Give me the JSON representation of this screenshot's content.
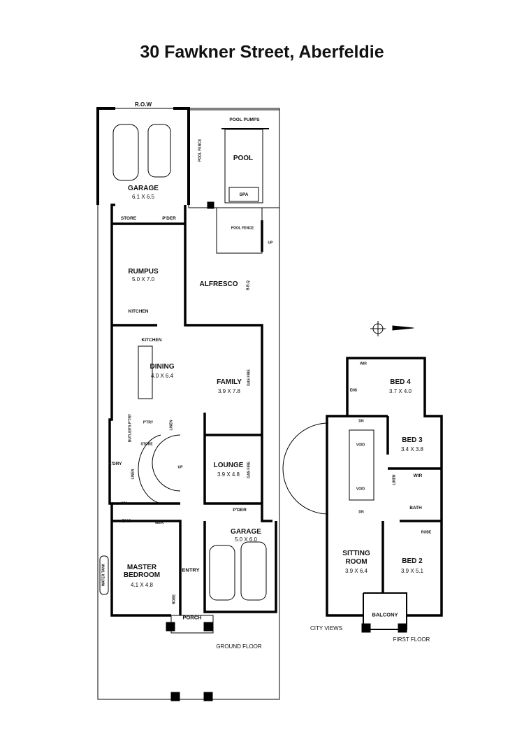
{
  "title": "30 Fawkner Street, Aberfeldie",
  "ground_floor": {
    "label": "GROUND FLOOR",
    "row": "R.O.W",
    "pool_pumps": "POOL PUMPS",
    "pool": "POOL",
    "spa_pool": "SPA",
    "pool_fence_1": "POOL FENCE",
    "pool_fence_2": "POOL FENCE",
    "up_outside": "UP",
    "rear_garage": {
      "name": "GARAGE",
      "size": "6.1 X 6.5"
    },
    "store_1": "STORE",
    "pder_1": "P'DER",
    "rumpus": {
      "name": "RUMPUS",
      "size": "5.0 X 7.0"
    },
    "alfresco": "ALFRESCO",
    "bbq": "B.B.Q",
    "kitchen_rumpus": "KITCHEN",
    "kitchen": "KITCHEN",
    "dining": {
      "name": "DINING",
      "size": "4.0 X 6.4"
    },
    "family": {
      "name": "FAMILY",
      "size": "3.9 X 7.8"
    },
    "gas_fire_1": "GAS FIRE",
    "butlers_pantry": "BUTLER'S P'TRY",
    "pantry": "P'TRY",
    "linen_1": "LINEN",
    "store_2": "STORE",
    "laundry": "L'DRY",
    "linen_2": "LINEN",
    "up_stairs": "UP",
    "lounge": {
      "name": "LOUNGE",
      "size": "3.9 X 4.8"
    },
    "gas_fire_2": "GAS FIRE",
    "spa_ens": "SPA",
    "ens": "ENS",
    "wir": "WIR",
    "pder_2": "P'DER",
    "front_garage": {
      "name": "GARAGE",
      "size": "5.0 X 6.0"
    },
    "master": {
      "name_1": "MASTER",
      "name_2": "BEDROOM",
      "size": "4.1 X 4.8"
    },
    "entry": "ENTRY",
    "robe": "ROBE",
    "porch": "PORCH",
    "water_tank": "WATER TANK"
  },
  "first_floor": {
    "label": "FIRST FLOOR",
    "wir_1": "WIR",
    "ens": "ENS",
    "bed4": {
      "name": "BED 4",
      "size": "3.7 X 4.0"
    },
    "dn_1": "DN",
    "void_1": "VOID",
    "bed3": {
      "name": "BED 3",
      "size": "3.4 X 3.8"
    },
    "linen": "LINEN",
    "wir_2": "WIR",
    "void_2": "VOID",
    "bath": "BATH",
    "dn_2": "DN",
    "robe": "ROBE",
    "sitting": {
      "name_1": "SITTING",
      "name_2": "ROOM",
      "size": "3.9 X 6.4"
    },
    "bed2": {
      "name": "BED 2",
      "size": "3.9 X 5.1"
    },
    "balcony": "BALCONY",
    "city_views": "CITY VIEWS"
  },
  "compass_icon": "north-arrow-icon"
}
